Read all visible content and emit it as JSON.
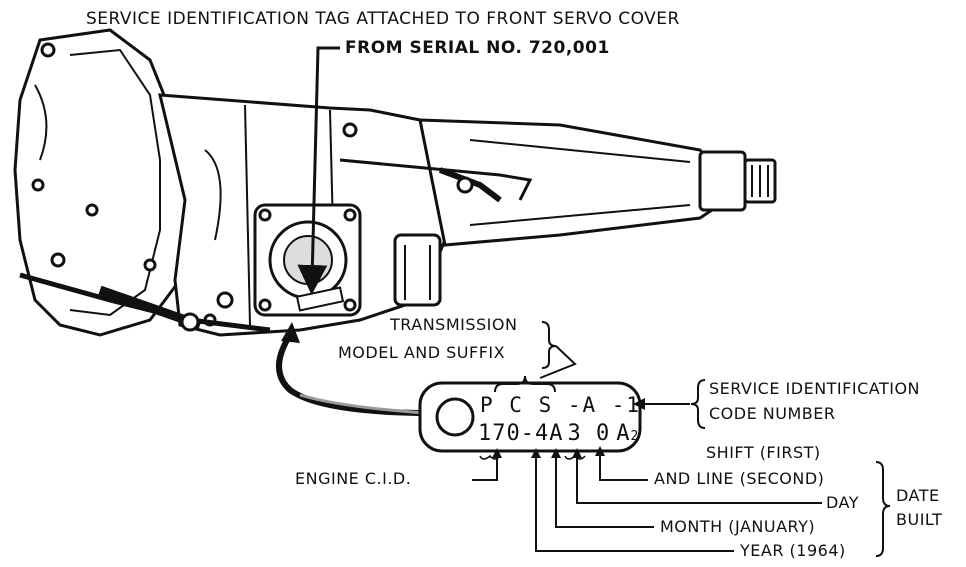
{
  "header": {
    "title": "SERVICE IDENTIFICATION TAG ATTACHED TO FRONT SERVO COVER",
    "serial": "FROM SERIAL NO. 720,001"
  },
  "tag": {
    "line1": "P C S  -A   -1",
    "line2_cid": "170-4",
    "line2_month": "A",
    "line2_day": "3 0",
    "line2_shift": "A",
    "line2_line": "2"
  },
  "callouts": {
    "model_1": "TRANSMISSION",
    "model_2": "MODEL AND SUFFIX",
    "service_1": "SERVICE IDENTIFICATION",
    "service_2": "CODE NUMBER",
    "shift_1": "SHIFT (FIRST)",
    "shift_2": "AND LINE (SECOND)",
    "day": "DAY",
    "month": "MONTH (JANUARY)",
    "year": "YEAR (1964)",
    "date_1": "DATE",
    "date_2": "BUILT",
    "engine": "ENGINE C.I.D."
  },
  "colors": {
    "ink": "#111111",
    "paper": "#ffffff",
    "shade": "#9a9a9a"
  }
}
